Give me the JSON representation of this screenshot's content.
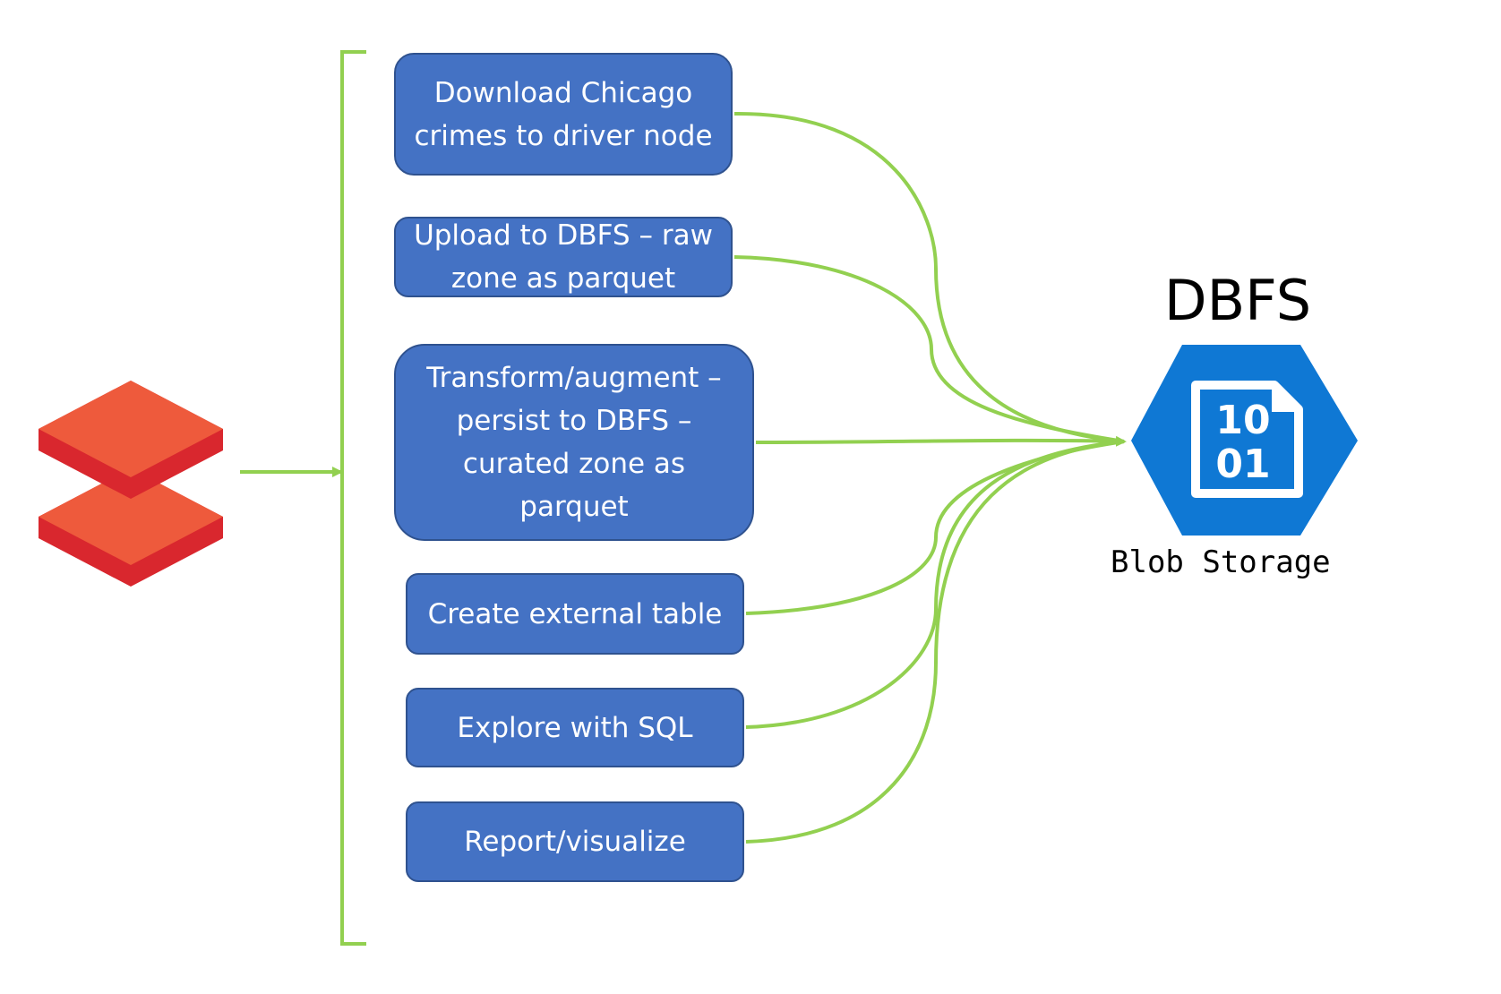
{
  "steps": [
    {
      "label": "Download Chicago crimes to driver node"
    },
    {
      "label": "Upload to DBFS – raw zone as parquet"
    },
    {
      "label": "Transform/augment – persist to DBFS – curated zone as parquet"
    },
    {
      "label": "Create external table"
    },
    {
      "label": "Explore with SQL"
    },
    {
      "label": "Report/visualize"
    }
  ],
  "target": {
    "title": "DBFS",
    "icon_text_top": "10",
    "icon_text_bottom": "01",
    "caption": "Blob Storage"
  },
  "icons": {
    "source": "databricks-logo-icon",
    "target": "blob-storage-hexagon-icon"
  },
  "colors": {
    "step_fill": "#4472c4",
    "step_border": "#2f528f",
    "connector": "#92d050",
    "logo_top": "#ee5a3c",
    "logo_side": "#d9272e",
    "hexagon": "#0f78d4"
  }
}
